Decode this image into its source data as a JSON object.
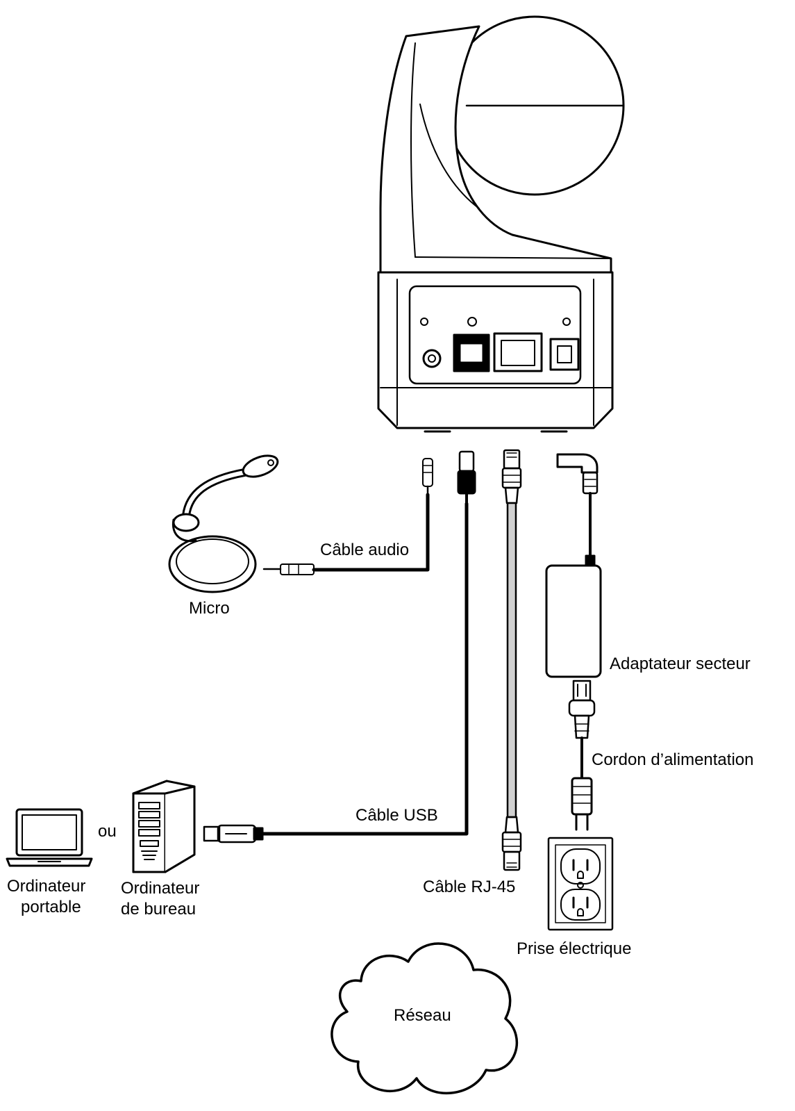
{
  "labels": {
    "audio_cable": "Câble audio",
    "microphone": "Micro",
    "power_adapter": "Adaptateur secteur",
    "power_cord": "Cordon d’alimentation",
    "usb_cable": "Câble USB",
    "or_word": "ou",
    "laptop_line1": "Ordinateur",
    "laptop_line2": "portable",
    "desktop_line1": "Ordinateur",
    "desktop_line2": "de bureau",
    "rj45_cable": "Câble RJ-45",
    "outlet": "Prise électrique",
    "network": "Réseau"
  },
  "colors": {
    "ink": "#000000",
    "camera_fill": "#ffffff",
    "rj45_cable_fill": "#d0d0d0"
  }
}
